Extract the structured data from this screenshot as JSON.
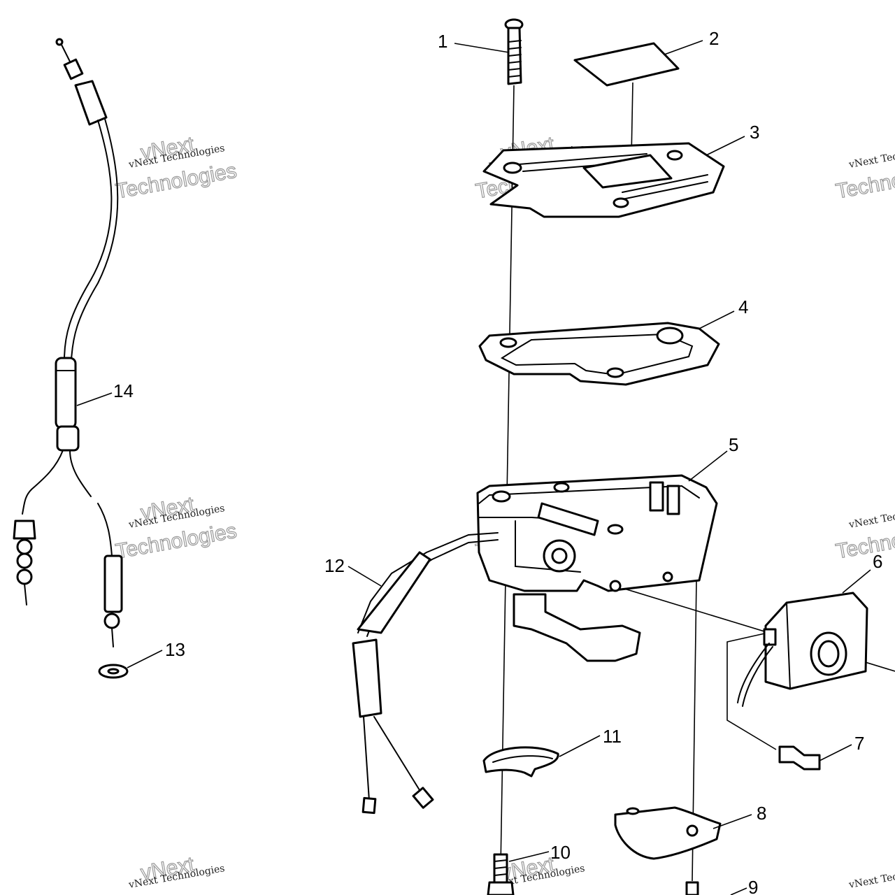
{
  "callouts": [
    {
      "id": "1",
      "label": "1"
    },
    {
      "id": "2",
      "label": "2"
    },
    {
      "id": "3",
      "label": "3"
    },
    {
      "id": "4",
      "label": "4"
    },
    {
      "id": "5",
      "label": "5"
    },
    {
      "id": "6",
      "label": "6"
    },
    {
      "id": "7",
      "label": "7"
    },
    {
      "id": "8",
      "label": "8"
    },
    {
      "id": "9",
      "label": "9"
    },
    {
      "id": "10",
      "label": "10"
    },
    {
      "id": "11",
      "label": "11"
    },
    {
      "id": "12",
      "label": "12"
    },
    {
      "id": "13",
      "label": "13"
    },
    {
      "id": "14",
      "label": "14"
    }
  ],
  "watermark": {
    "line1": "vNext Technologies",
    "line2": "Technologies",
    "line3": "vNext"
  }
}
